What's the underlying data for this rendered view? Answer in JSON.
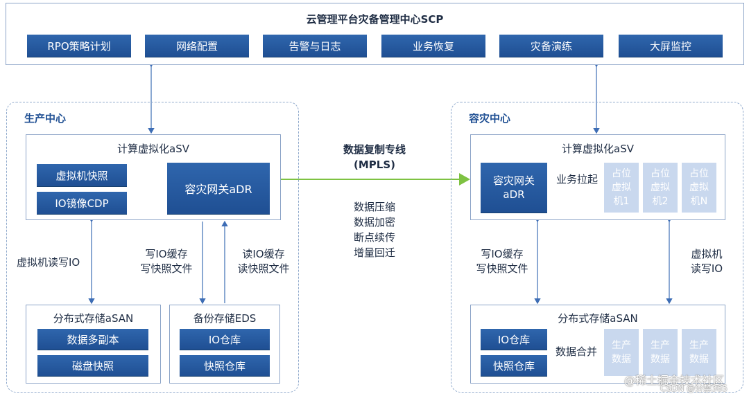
{
  "scp": {
    "title": "云管理平台灾备管理中心SCP",
    "buttons": [
      "RPO策略计划",
      "网络配置",
      "告警与日志",
      "业务恢复",
      "灾备演练",
      "大屏监控"
    ]
  },
  "production": {
    "title": "生产中心",
    "asv": {
      "title": "计算虚拟化aSV",
      "snapshot": "虚拟机快照",
      "cdp": "IO镜像CDP",
      "gateway": "容灾网关aDR"
    },
    "vm_io_label": "虚拟机读写IO",
    "write_label": "写IO缓存\n写快照文件",
    "read_label": "读IO缓存\n读快照文件",
    "asan": {
      "title": "分布式存储aSAN",
      "items": [
        "数据多副本",
        "磁盘快照"
      ]
    },
    "eds": {
      "title": "备份存储EDS",
      "items": [
        "IO仓库",
        "快照仓库"
      ]
    }
  },
  "link": {
    "title": "数据复制专线",
    "subtitle": "(MPLS)",
    "features": "数据压缩\n数据加密\n断点续传\n增量回迁"
  },
  "dr": {
    "title": "容灾中心",
    "asv": {
      "title": "计算虚拟化aSV",
      "gateway": "容灾网关\naDR",
      "pull_label": "业务拉起",
      "placeholders": [
        "占位\n虚拟\n机1",
        "占位\n虚拟\n机2",
        "占位\n虚拟\n机N"
      ]
    },
    "write_label": "写IO缓存\n写快照文件",
    "vm_io_label": "虚拟机\n读写IO",
    "asan": {
      "title": "分布式存储aSAN",
      "items": [
        "IO仓库",
        "快照仓库"
      ],
      "merge_label": "数据合并",
      "prod_data": [
        "生产\n数据",
        "生产\n数据",
        "生产\n数据"
      ]
    }
  },
  "watermark": {
    "line1": "@稀土掘金技术社区",
    "line2": "CSDN @分禁365"
  },
  "colors": {
    "dark_blue": "#1f4f93",
    "pale_blue": "#c9d8ee",
    "green_link": "#7ec242",
    "arrow_blue": "#3d6db5"
  }
}
